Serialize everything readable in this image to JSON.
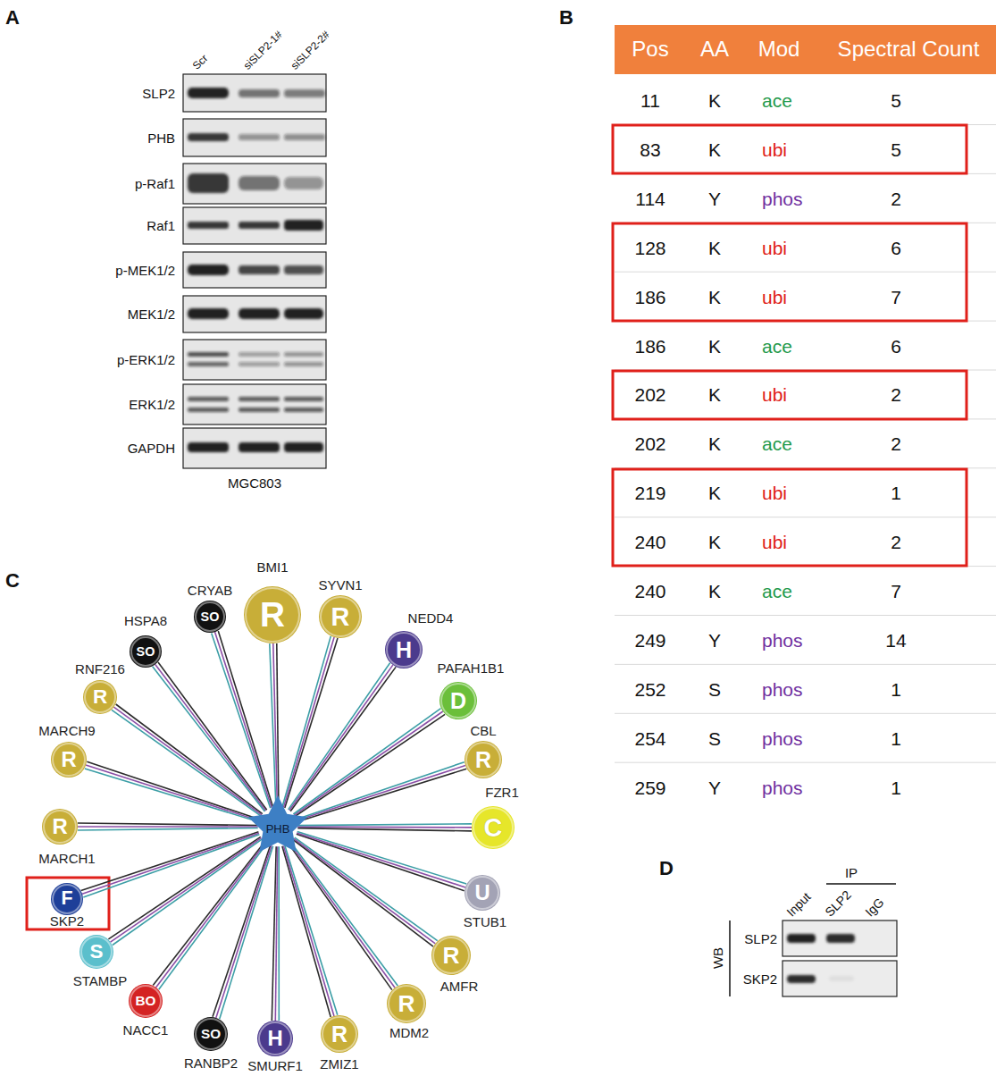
{
  "diagram": {
    "nodes": [
      {
        "text": [
          "SO",
          "CRYAB"
        ]
      },
      {
        "text": [
          "R",
          "BMI1"
        ]
      },
      {
        "text": [
          "R",
          "SYVN1"
        ]
      },
      {
        "text": [
          "SO",
          "HSPA8"
        ]
      },
      {
        "text": [
          "H",
          "NEDD4"
        ]
      },
      {
        "text": [
          "D",
          "PAFAH1B1"
        ]
      },
      {
        "text": [
          "R",
          "RNF216"
        ]
      },
      {
        "text": [
          "R",
          "MARCH9"
        ]
      },
      {
        "text": [
          "R",
          "CBL"
        ]
      },
      {
        "text": [
          "C",
          "FZR1"
        ]
      },
      {
        "text": [
          "R",
          "MARCH1"
        ]
      },
      {
        "text": [
          "PHB"
        ]
      },
      {
        "text": [
          "F",
          "SKP2"
        ]
      },
      {
        "text": [
          "U",
          "STUB1"
        ]
      },
      {
        "text": [
          "S",
          "STAMBP"
        ]
      },
      {
        "text": [
          "R",
          "AMFR"
        ]
      },
      {
        "text": [
          "BO",
          "NACC1"
        ]
      },
      {
        "text": [
          "R",
          "MDM2"
        ]
      },
      {
        "text": [
          "SO",
          "RANBP2"
        ]
      },
      {
        "text": [
          "R",
          "ZMIZ1"
        ]
      },
      {
        "text": [
          "H",
          "SMURF1"
        ]
      }
    ],
    "edges": [
      {
        "from": 0,
        "to": 11,
        "arrow": "none"
      },
      {
        "from": 1,
        "to": 11,
        "arrow": "none"
      },
      {
        "from": 2,
        "to": 11,
        "arrow": "none"
      },
      {
        "from": 3,
        "to": 11,
        "arrow": "none"
      },
      {
        "from": 4,
        "to": 11,
        "arrow": "none"
      },
      {
        "from": 5,
        "to": 11,
        "arrow": "none"
      },
      {
        "from": 6,
        "to": 11,
        "arrow": "none"
      },
      {
        "from": 7,
        "to": 11,
        "arrow": "none"
      },
      {
        "from": 8,
        "to": 11,
        "arrow": "none"
      },
      {
        "from": 9,
        "to": 11,
        "arrow": "none"
      },
      {
        "from": 10,
        "to": 11,
        "arrow": "none"
      },
      {
        "from": 12,
        "to": 11,
        "arrow": "none"
      },
      {
        "from": 13,
        "to": 11,
        "arrow": "none"
      },
      {
        "from": 14,
        "to": 11,
        "arrow": "none"
      },
      {
        "from": 15,
        "to": 11,
        "arrow": "none"
      },
      {
        "from": 16,
        "to": 11,
        "arrow": "none"
      },
      {
        "from": 17,
        "to": 11,
        "arrow": "none"
      },
      {
        "from": 18,
        "to": 11,
        "arrow": "none"
      },
      {
        "from": 19,
        "to": 11,
        "arrow": "none"
      },
      {
        "from": 20,
        "to": 11,
        "arrow": "none"
      }
    ],
    "labels": [
      "A",
      "Scr",
      "siSLP2-1#",
      "siSLP2-2#",
      "SLP2",
      "PHB",
      "p-Raf1",
      "Raf1",
      "p-MEK1/2",
      "MEK1/2",
      "p-ERK1/2",
      "ERK1/2",
      "GAPDH",
      "MGC803",
      "B",
      "Pos",
      "AA",
      "Mod",
      "Spectral Count",
      "11",
      "K",
      "ace",
      "5",
      "83",
      "K",
      "ubi",
      "5",
      "114",
      "Y",
      "phos",
      "2",
      "128",
      "K",
      "ubi",
      "6",
      "186",
      "K",
      "ubi",
      "7",
      "186",
      "K",
      "ace",
      "6",
      "202",
      "K",
      "ubi",
      "2",
      "202",
      "K",
      "ace",
      "2",
      "219",
      "K",
      "ubi",
      "1",
      "240",
      "K",
      "ubi",
      "2",
      "240",
      "K",
      "ace",
      "7",
      "249",
      "Y",
      "phos",
      "14",
      "252",
      "S",
      "phos",
      "1",
      "254",
      "S",
      "phos",
      "1",
      "259",
      "Y",
      "phos",
      "1",
      "C",
      "D",
      "IP",
      "Input",
      "SLP2",
      "IgG",
      "WB",
      "SLP2",
      "SKP2"
    ]
  }
}
